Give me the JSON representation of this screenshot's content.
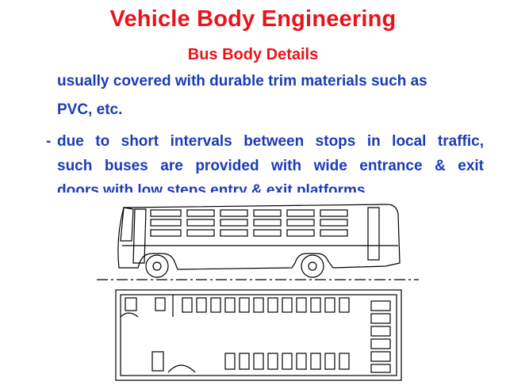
{
  "slide": {
    "title": "Vehicle Body Engineering",
    "subtitle": "Bus Body Details",
    "lines": [
      "usually covered with durable trim materials such as",
      "PVC, etc.",
      "due to short intervals between stops in local traffic,",
      "such buses are provided with wide entrance & exit",
      "doors with low steps entry & exit platforms."
    ],
    "bullet": "-"
  },
  "figure": {
    "subject": "bus-side-elevation-and-floor-plan-drawing",
    "stroke_color": "#000000"
  },
  "colors": {
    "heading": "#e8141c",
    "body_text": "#1c3bb7"
  }
}
